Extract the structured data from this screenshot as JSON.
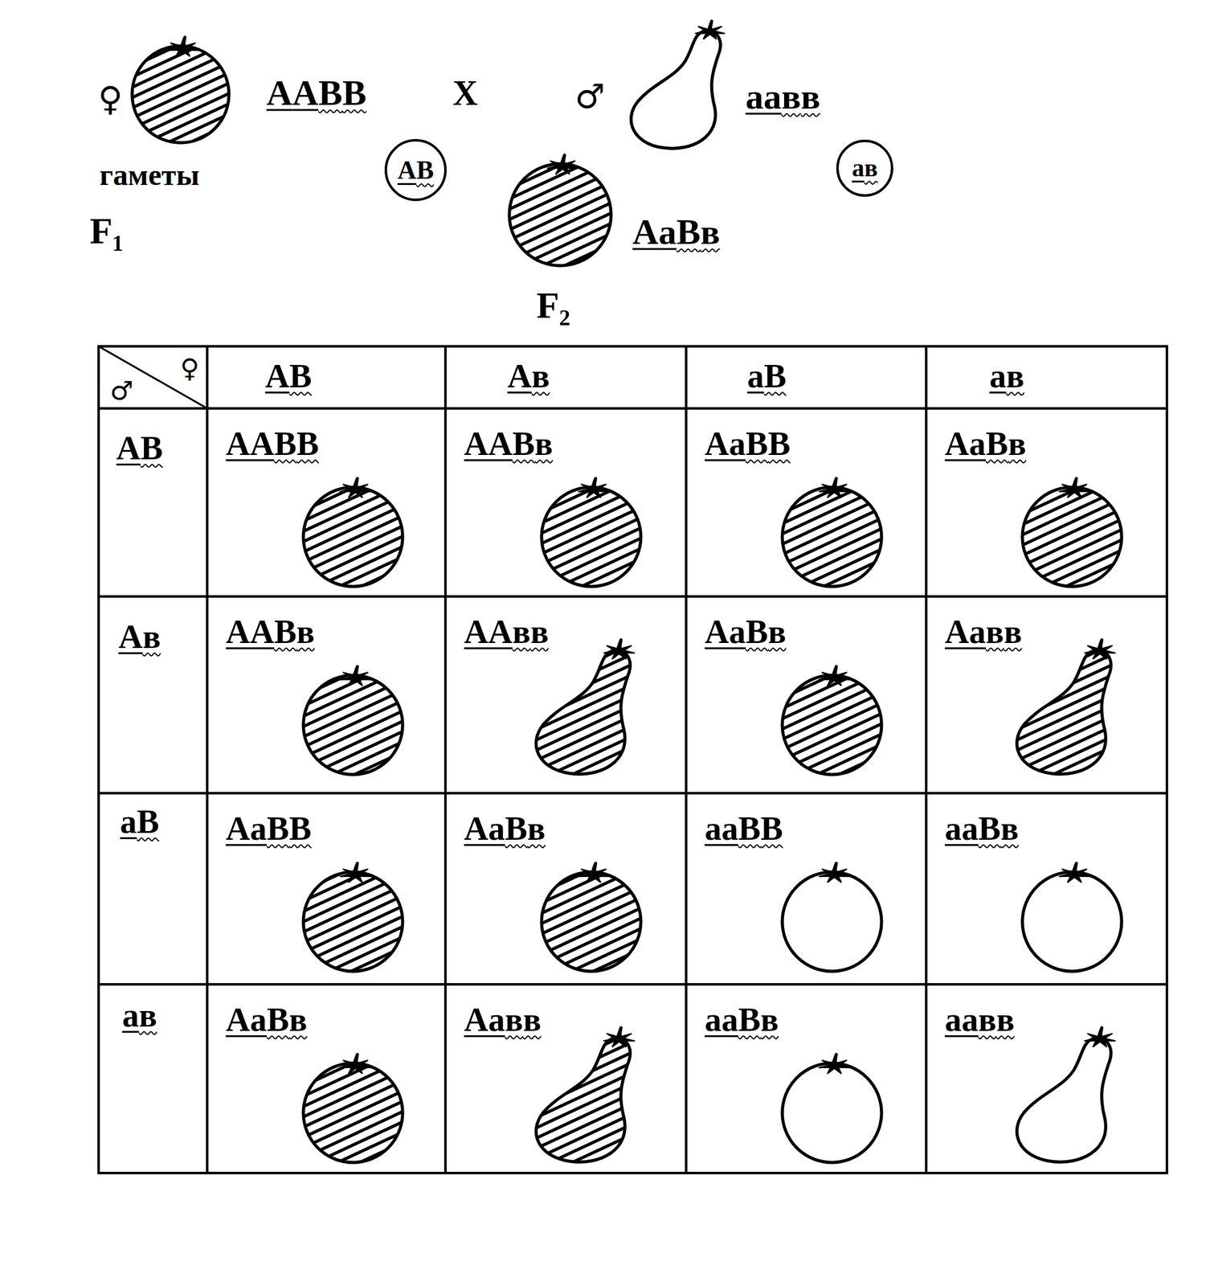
{
  "diagram": {
    "nodes": [
      {
        "text": [
          "AB"
        ]
      },
      {
        "text": [
          "aв"
        ]
      }
    ],
    "labels": [
      "♀",
      "AABB",
      "X",
      "♂",
      "aaвв",
      "гаметы",
      "F₁",
      "AaBв",
      "F₂",
      "♂",
      "♀",
      "AB",
      "Aв",
      "aB",
      "aв",
      "AB",
      "Aв",
      "aB",
      "aв",
      "AABB",
      "AABв",
      "AaBB",
      "AaBв",
      "AABв",
      "AAвв",
      "AaBв",
      "Aaвв",
      "AaBB",
      "AaBв",
      "aaBB",
      "aaBв",
      "AaBв",
      "Aaвв",
      "aaBв",
      "aaвв"
    ]
  }
}
